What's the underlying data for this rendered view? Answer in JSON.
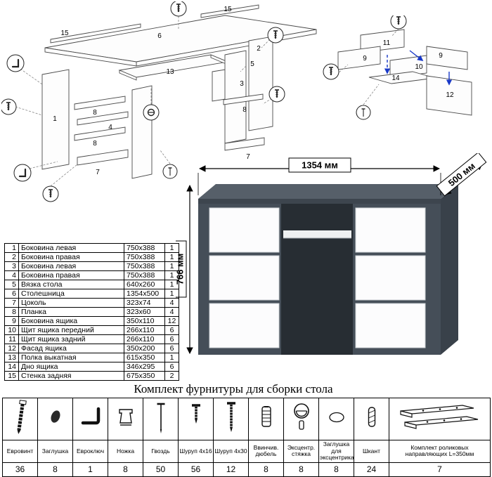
{
  "diagram_main": {
    "labels": [
      "15",
      "6",
      "15",
      "1",
      "8",
      "4",
      "8",
      "7",
      "13",
      "2",
      "5",
      "3",
      "8",
      "7"
    ]
  },
  "diagram_drawer": {
    "labels": [
      "11",
      "9",
      "10",
      "9",
      "14",
      "12"
    ],
    "arrow_color": "#1838c8"
  },
  "desk": {
    "width_label": "1354 мм",
    "depth_label": "500 мм",
    "height_label": "766 мм",
    "colors": {
      "top": "#565f69",
      "front": "#454e58",
      "edge": "#3d454e",
      "side": "#39414a",
      "inner": "#272d33",
      "tray": "#eef0f1",
      "drawer": "#fcfcfd"
    }
  },
  "parts_table": {
    "rows": [
      {
        "num": "1",
        "name": "Боковина левая",
        "size": "750x388",
        "qty": "1"
      },
      {
        "num": "2",
        "name": "Боковина правая",
        "size": "750x388",
        "qty": "1"
      },
      {
        "num": "3",
        "name": "Боковина левая",
        "size": "750x388",
        "qty": "1"
      },
      {
        "num": "4",
        "name": "Боковина правая",
        "size": "750x388",
        "qty": "1"
      },
      {
        "num": "5",
        "name": "Вязка стола",
        "size": "640x260",
        "qty": "1"
      },
      {
        "num": "6",
        "name": "Столешница",
        "size": "1354x500",
        "qty": "1"
      },
      {
        "num": "7",
        "name": "Цоколь",
        "size": "323x74",
        "qty": "4"
      },
      {
        "num": "8",
        "name": "Планка",
        "size": "323x60",
        "qty": "4"
      },
      {
        "num": "9",
        "name": "Боковина ящика",
        "size": "350x110",
        "qty": "12"
      },
      {
        "num": "10",
        "name": "Щит ящика передний",
        "size": "266x110",
        "qty": "6"
      },
      {
        "num": "11",
        "name": "Щит ящика задний",
        "size": "266x110",
        "qty": "6"
      },
      {
        "num": "12",
        "name": "Фасад ящика",
        "size": "350x200",
        "qty": "6"
      },
      {
        "num": "13",
        "name": "Полка выкатная",
        "size": "615x350",
        "qty": "1"
      },
      {
        "num": "14",
        "name": "Дно ящика",
        "size": "346x295",
        "qty": "6"
      },
      {
        "num": "15",
        "name": "Стенка задняя",
        "size": "675x350",
        "qty": "2"
      }
    ]
  },
  "hardware": {
    "title": "Комплект фурнитуры для сборки стола",
    "items": [
      {
        "name": "Евровинт",
        "qty": "36",
        "icon": "euro-screw-icon"
      },
      {
        "name": "Заглушка",
        "qty": "8",
        "icon": "cap-icon"
      },
      {
        "name": "Евроключ",
        "qty": "1",
        "icon": "hex-key-icon"
      },
      {
        "name": "Ножка",
        "qty": "8",
        "icon": "foot-icon"
      },
      {
        "name": "Гвоздь",
        "qty": "50",
        "icon": "nail-icon"
      },
      {
        "name": "Шуруп 4x16",
        "qty": "56",
        "icon": "screw-short-icon"
      },
      {
        "name": "Шуруп 4x30",
        "qty": "12",
        "icon": "screw-long-icon"
      },
      {
        "name": "Ввинчив. дюбель",
        "qty": "8",
        "icon": "screw-dowel-icon"
      },
      {
        "name": "Эксцентр. стяжка",
        "qty": "8",
        "icon": "cam-lock-icon"
      },
      {
        "name": "Заглушка для эксцентрика",
        "qty": "8",
        "icon": "cam-cap-icon"
      },
      {
        "name": "Шкант",
        "qty": "24",
        "icon": "wood-dowel-icon"
      },
      {
        "name": "Комплект роликовых направляющих L=350мм",
        "qty": "7",
        "icon": "drawer-slide-icon"
      }
    ]
  }
}
